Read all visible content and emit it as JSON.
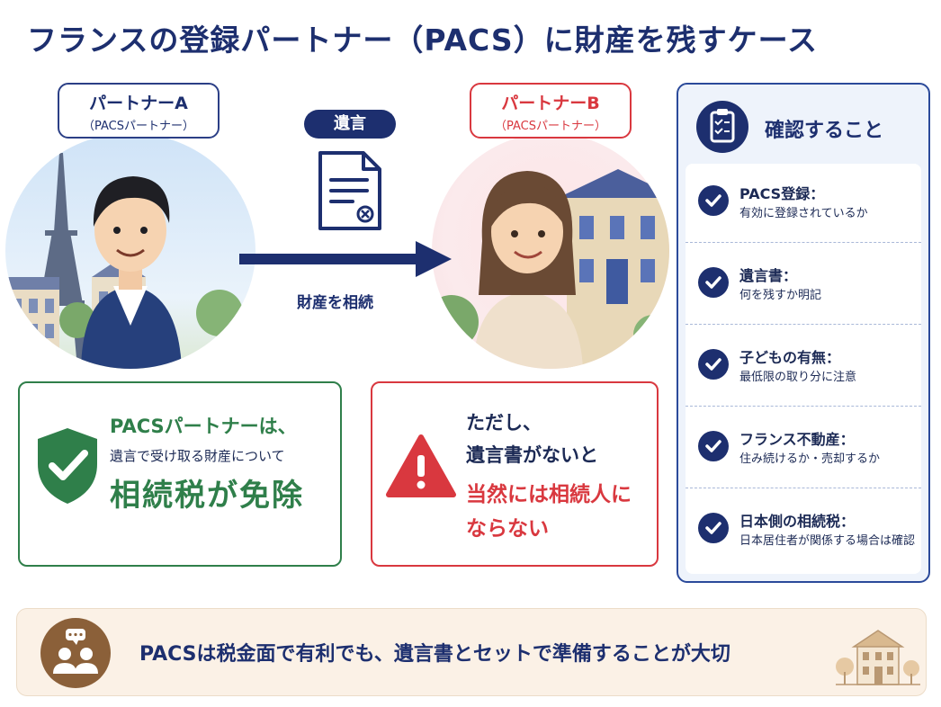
{
  "title": "フランスの登録パートナー（PACS）に財産を残すケース",
  "partner_a": {
    "name": "パートナーA",
    "sub": "（PACSパートナー）"
  },
  "partner_b": {
    "name": "パートナーB",
    "sub": "（PACSパートナー）"
  },
  "will": {
    "label": "遺言",
    "transfer": "財産を相続"
  },
  "green_box": {
    "line1": "PACSパートナーは、",
    "line2": "遺言で受け取る財産について",
    "line3": "相続税が免除"
  },
  "red_box": {
    "line1": "ただし、",
    "line2": "遺言書がないと",
    "line3": "当然には相続人に",
    "line4": "ならない"
  },
  "checklist": {
    "title": "確認すること",
    "items": [
      {
        "title": "PACS登録：",
        "desc": "有効に登録されているか"
      },
      {
        "title": "遺言書：",
        "desc": "何を残すか明記"
      },
      {
        "title": "子どもの有無：",
        "desc": "最低限の取り分に注意"
      },
      {
        "title": "フランス不動産：",
        "desc": "住み続けるか・売却するか"
      },
      {
        "title": "日本側の相続税：",
        "desc": "日本居住者が関係する場合は確認"
      }
    ]
  },
  "footer": {
    "text": "PACSは税金面で有利でも、遺言書とセットで準備することが大切"
  },
  "colors": {
    "navy": "#1d2f6f",
    "green": "#2f7f4a",
    "red": "#d9383f",
    "brown": "#8b6039"
  }
}
